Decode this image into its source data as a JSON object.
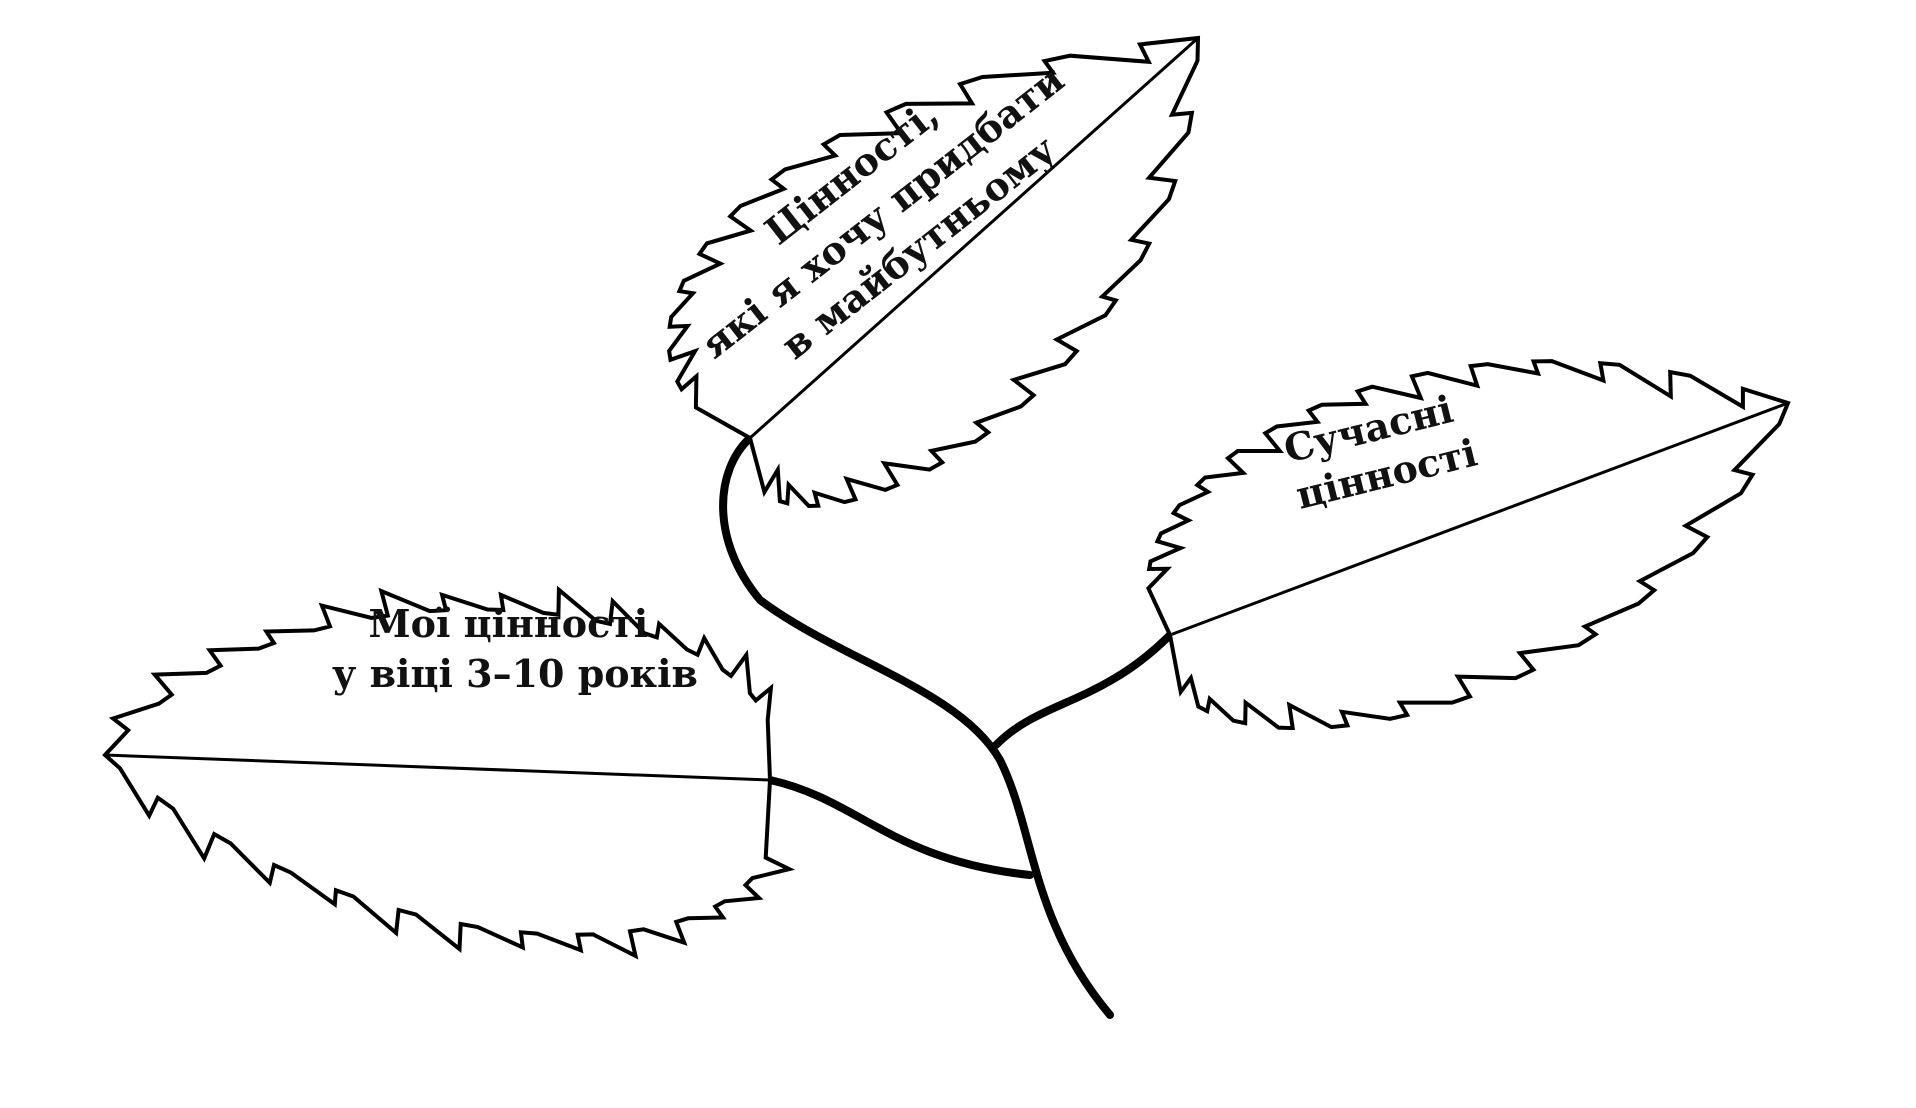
{
  "diagram": {
    "leaves": [
      {
        "id": "left",
        "lines": [
          "Мої цінності",
          "у віці 3–10 років"
        ]
      },
      {
        "id": "top",
        "lines": [
          "Цінності,",
          "які я хочу придбати",
          "в майбутньому"
        ]
      },
      {
        "id": "right",
        "lines": [
          "Сучасні",
          "цінності"
        ]
      }
    ],
    "colors": {
      "line": "#000000",
      "background": "#ffffff"
    }
  }
}
